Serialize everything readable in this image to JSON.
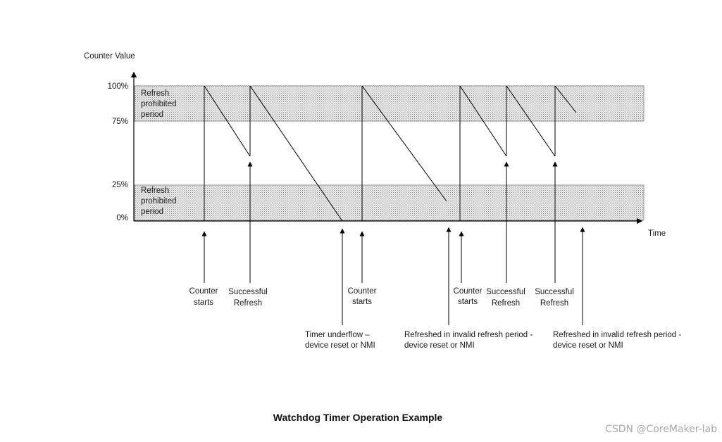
{
  "diagram": {
    "title": "Watchdog Timer Operation Example",
    "y_axis_label": "Counter Value",
    "x_axis_label": "Time",
    "y_ticks": [
      "100%",
      "75%",
      "25%",
      "0%"
    ],
    "zone_label_lines": [
      "Refresh",
      "prohibited",
      "period"
    ],
    "events": [
      {
        "lines": [
          "Counter",
          "starts"
        ]
      },
      {
        "lines": [
          "Successful",
          "Refresh"
        ]
      },
      {
        "lines": [
          "Timer underflow –",
          "device reset or NMI"
        ]
      },
      {
        "lines": [
          "Counter",
          "starts"
        ]
      },
      {
        "lines": [
          "Refreshed in invalid refresh period -",
          "device reset or NMI"
        ]
      },
      {
        "lines": [
          "Counter",
          "starts"
        ]
      },
      {
        "lines": [
          "Successful",
          "Refresh"
        ]
      },
      {
        "lines": [
          "Successful",
          "Refresh"
        ]
      },
      {
        "lines": [
          "Refreshed in invalid refresh period -",
          "device reset or NMI"
        ]
      }
    ]
  },
  "watermark": "CSDN @CoreMaker-lab"
}
